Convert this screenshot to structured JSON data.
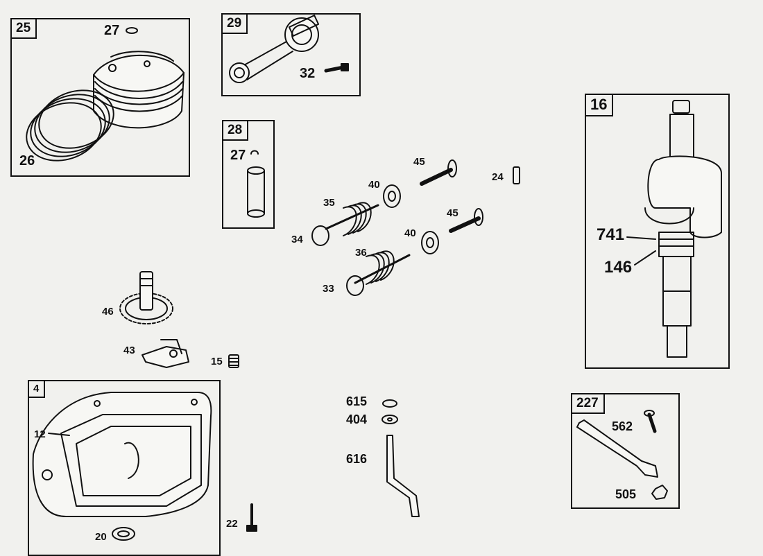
{
  "diagram": {
    "groups": {
      "piston": "25",
      "connecting_rod": "29",
      "piston_pin": "28",
      "crankshaft": "16",
      "sump": "4",
      "lever": "227"
    },
    "labels": {
      "retainer_top": "27",
      "rings": "26",
      "rod_screw": "32",
      "retainer_pin": "27",
      "valve_exhaust": "45",
      "valve_intake": "45",
      "key": "24",
      "spring_cap_upper": "40",
      "spring_cap_lower": "40",
      "spring_upper": "35",
      "spring_lower": "36",
      "valve_34": "34",
      "valve_33": "33",
      "gear_741": "741",
      "gear_146": "146",
      "cam_gear": "46",
      "governor": "43",
      "plug": "15",
      "gasket": "12",
      "seal": "20",
      "sump_screw": "22",
      "nut_615": "615",
      "washer_404": "404",
      "link_616": "616",
      "screw_562": "562",
      "nut_505": "505"
    }
  }
}
